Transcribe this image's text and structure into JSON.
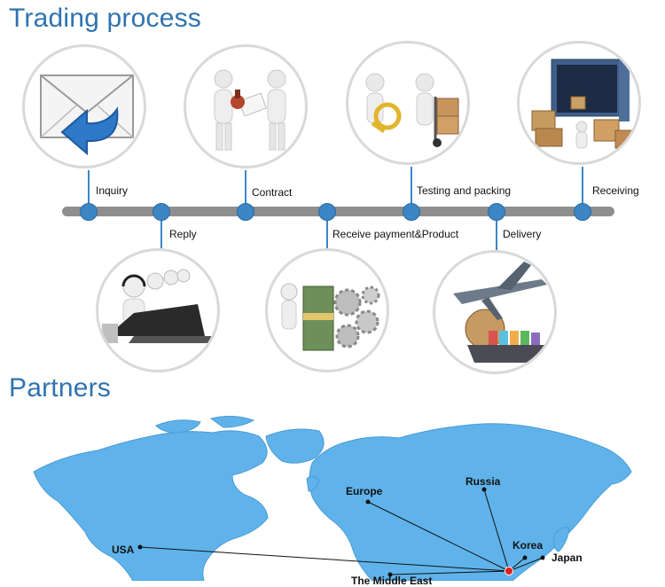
{
  "headings": {
    "trading_process": "Trading process",
    "partners": "Partners"
  },
  "process_steps": [
    {
      "label": "Inquiry",
      "illustration": "envelope-reply-icon"
    },
    {
      "label": "Reply",
      "illustration": "call-center-icon"
    },
    {
      "label": "Contract",
      "illustration": "handshake-stamp-icon"
    },
    {
      "label": "Receive payment&Product",
      "illustration": "money-gears-icon"
    },
    {
      "label": "Testing and packing",
      "illustration": "magnifier-handtruck-icon"
    },
    {
      "label": "Delivery",
      "illustration": "airplane-ship-globe-icon"
    },
    {
      "label": "Receiving",
      "illustration": "container-boxes-icon"
    }
  ],
  "partners_map": {
    "labels": {
      "europe": "Europe",
      "russia": "Russia",
      "korea": "Korea",
      "japan": "Japan",
      "usa": "USA",
      "middle_east": "The Middle East"
    }
  },
  "colors": {
    "heading": "#2f73b0",
    "node": "#3c86c5",
    "track": "#8e8e8e",
    "land": "#5fb3ea",
    "hub": "#e11d1d"
  }
}
